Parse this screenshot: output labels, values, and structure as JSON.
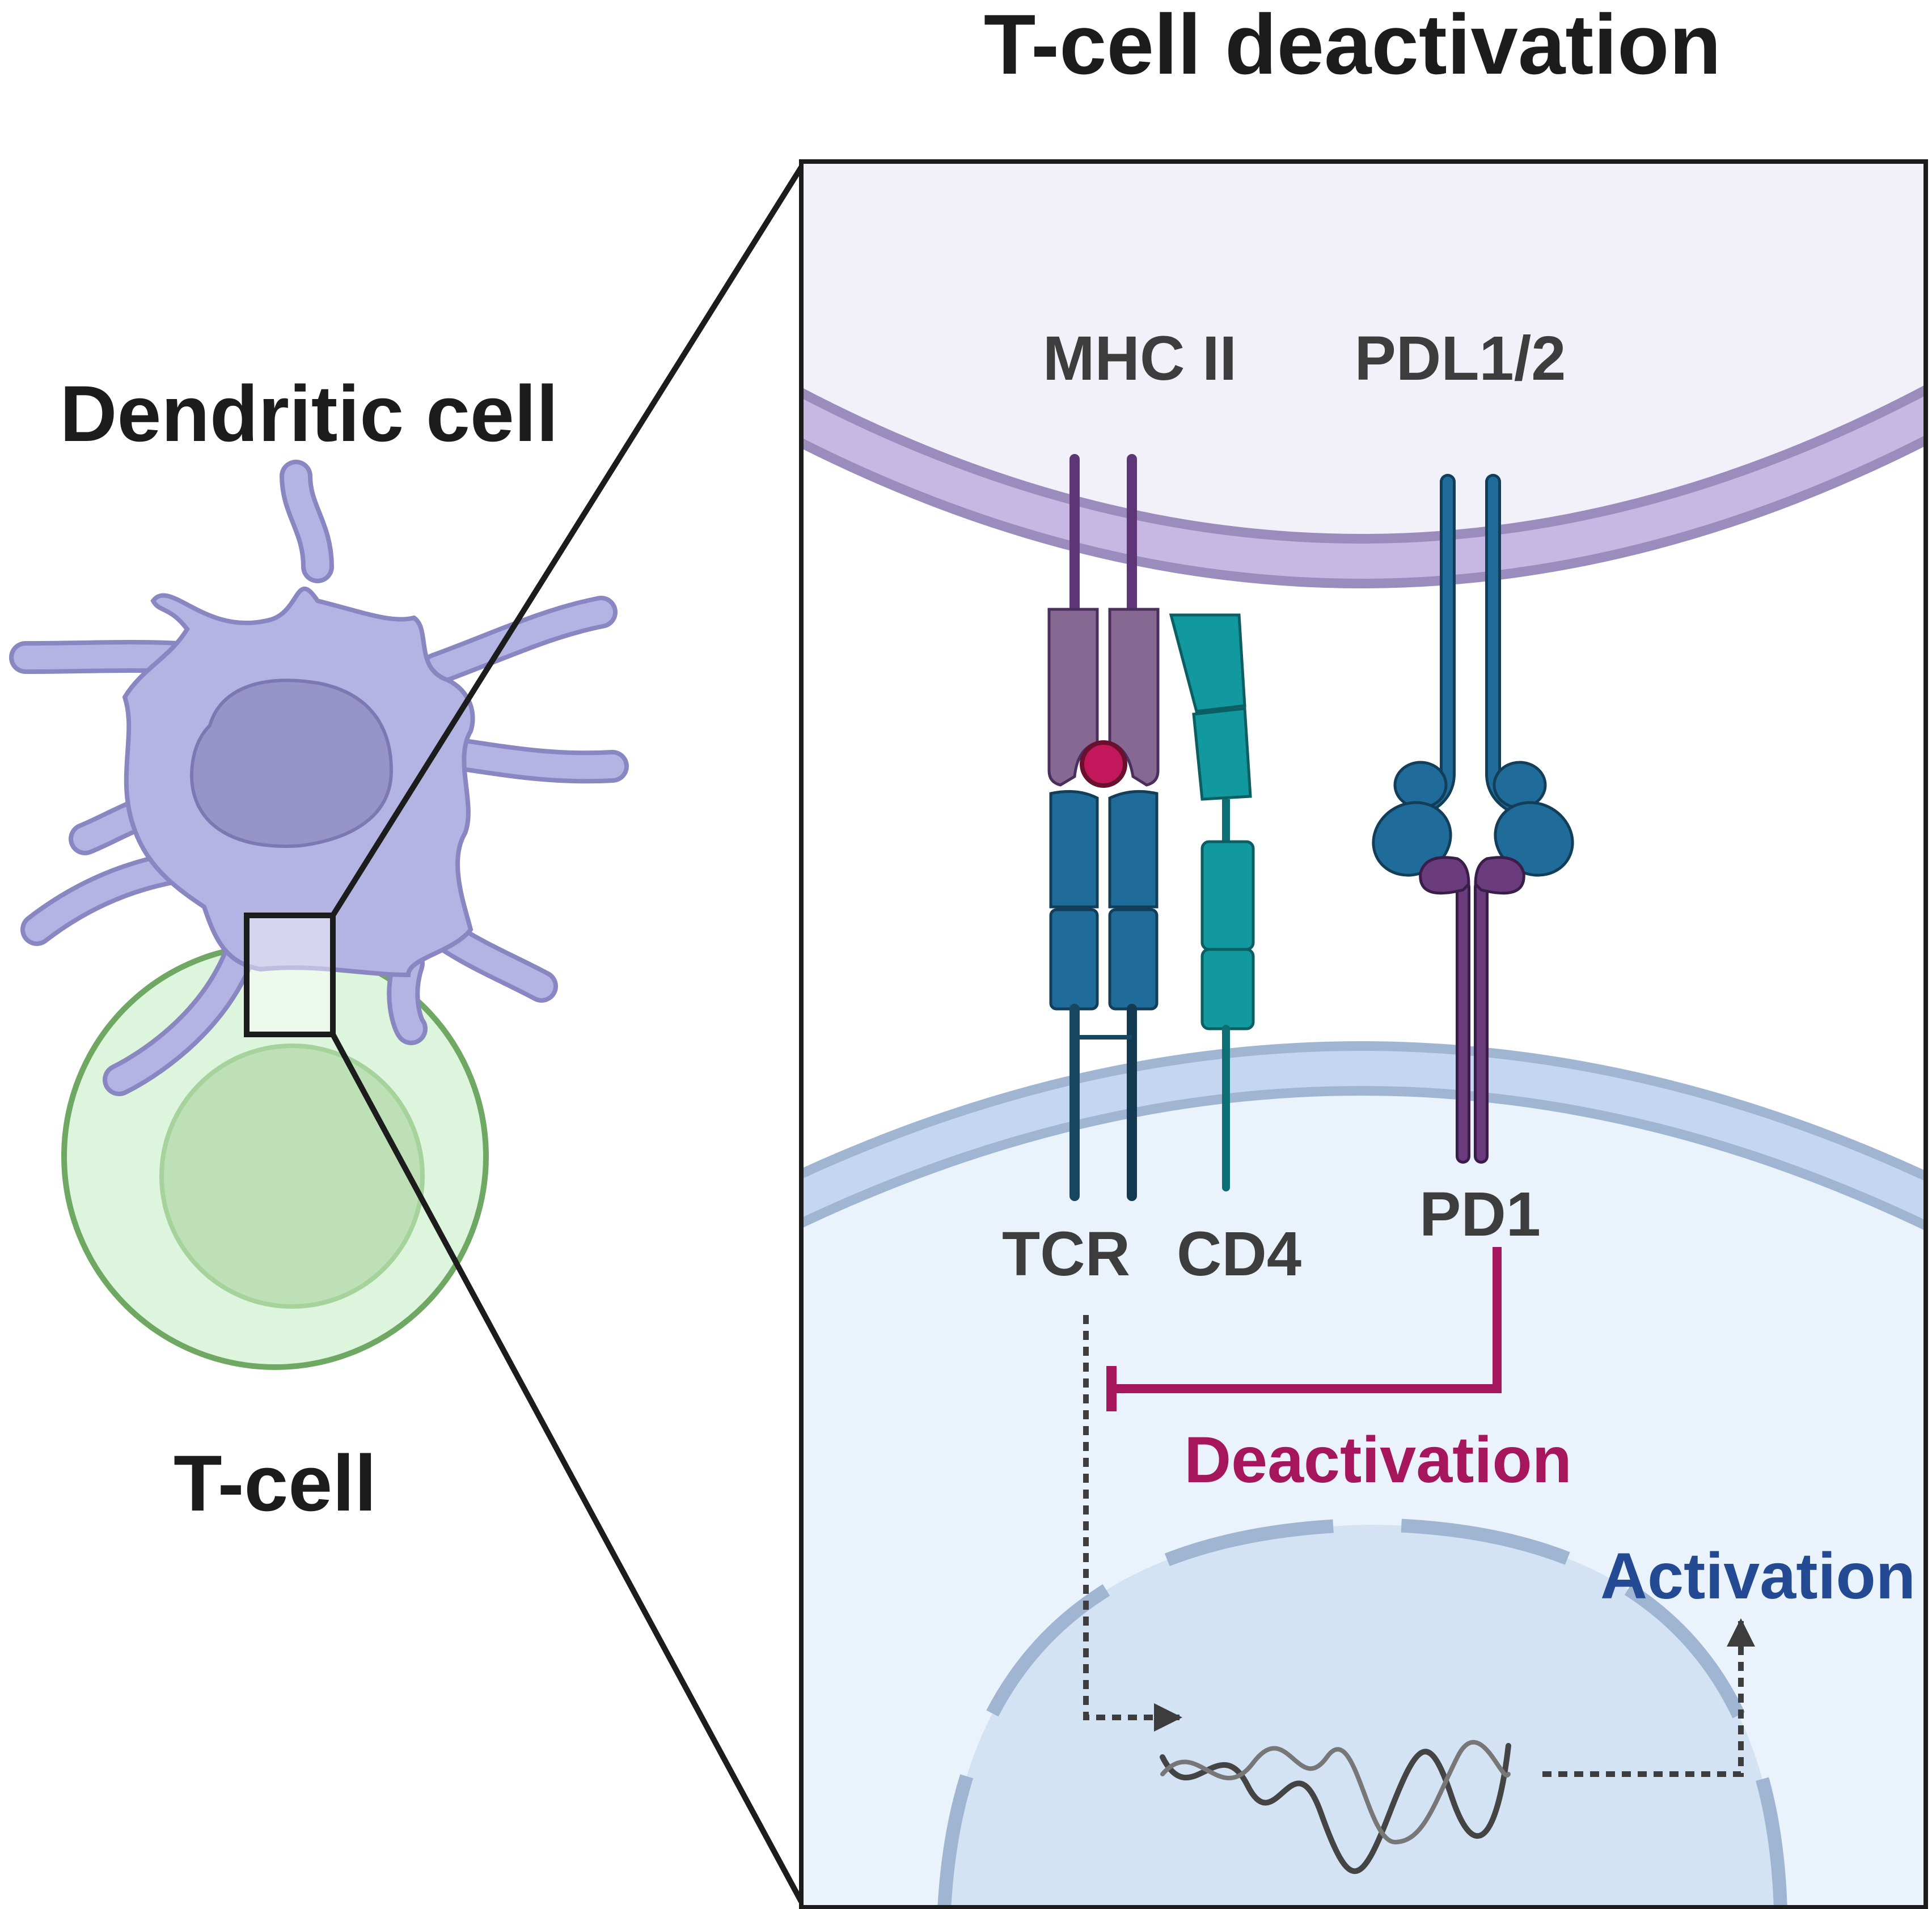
{
  "title": "T-cell deactivation",
  "cells": {
    "dendritic_label": "Dendritic cell",
    "tcell_label": "T-cell"
  },
  "molecules": {
    "mhc": "MHC II",
    "pdl": "PDL1/2",
    "tcr": "TCR",
    "cd4": "CD4",
    "pd1": "PD1"
  },
  "signals": {
    "deactivation": "Deactivation",
    "activation": "Activation"
  },
  "colors": {
    "dendritic_fill": "#b3b3e4",
    "dendritic_stroke": "#8a86c2",
    "dendritic_nucleus": "#9694c8",
    "tcell_fill": "#dcf5dc",
    "tcell_stroke": "#6fa863",
    "tcell_nucleus": "#bde0b6",
    "apc_membrane": "#c6b8e2",
    "tcell_membrane": "#c4d6f0",
    "mhc_purple": "#876893",
    "tcr_blue": "#1f6b99",
    "cd4_teal": "#12999f",
    "pd1_purple": "#6a3c7e",
    "peptide": "#c2185b",
    "deactivation": "#a5165c",
    "activation": "#234a92"
  }
}
